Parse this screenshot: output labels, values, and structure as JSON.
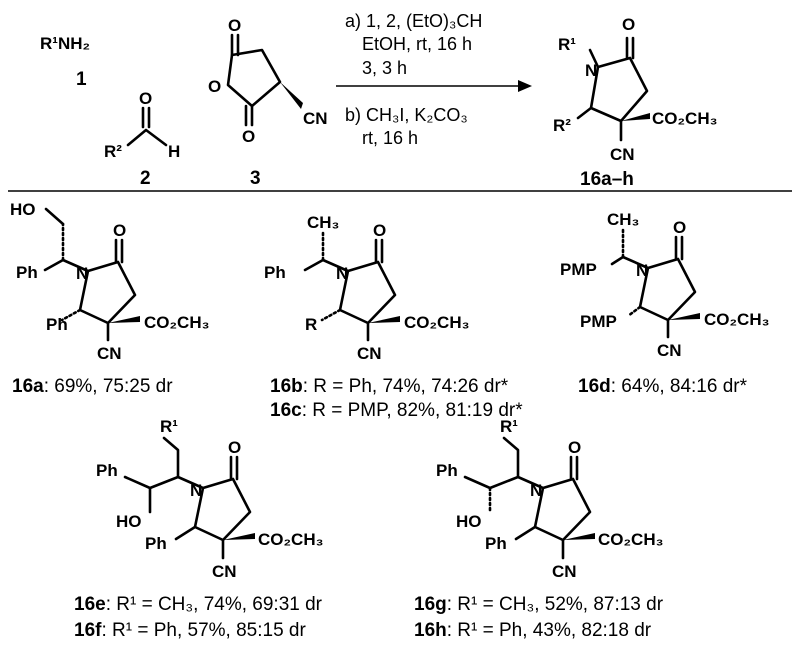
{
  "reaction": {
    "reagent1_formula": "R¹NH₂",
    "reagent1_number": "1",
    "reagent2_r": "R²",
    "reagent2_o": "O",
    "reagent2_h": "H",
    "reagent2_number": "2",
    "reagent3_number": "3",
    "reagent3_o1": "O",
    "reagent3_o2": "O",
    "reagent3_o3": "O",
    "reagent3_cn": "CN",
    "cond_a_1": "a) 1, 2, (EtO)₃CH",
    "cond_a_2": "EtOH, rt, 16 h",
    "cond_a_3": "3, 3 h",
    "cond_b_1": "b) CH₃I, K₂CO₃",
    "cond_b_2": "rt, 16 h",
    "product_r1": "R¹",
    "product_n": "N",
    "product_o": "O",
    "product_r2": "R²",
    "product_ester": "CO₂CH₃",
    "product_cn": "CN",
    "product_number": "16a–h"
  },
  "compounds": {
    "c16a": {
      "ho": "HO",
      "ph1": "Ph",
      "ph2": "Ph",
      "n": "N",
      "o": "O",
      "ester": "CO₂CH₃",
      "cn": "CN",
      "label": "16a",
      "result": ": 69%, 75:25 dr"
    },
    "c16bc": {
      "me": "CH₃",
      "ph": "Ph",
      "r": "R",
      "n": "N",
      "o": "O",
      "ester": "CO₂CH₃",
      "cn": "CN",
      "label_b": "16b",
      "result_b": ": R = Ph, 74%, 74:26 dr*",
      "label_c": "16c",
      "result_c": ": R = PMP, 82%, 81:19 dr*"
    },
    "c16d": {
      "me": "CH₃",
      "pmp1": "PMP",
      "pmp2": "PMP",
      "n": "N",
      "o": "O",
      "ester": "CO₂CH₃",
      "cn": "CN",
      "label": "16d",
      "result": ": 64%, 84:16 dr*"
    },
    "c16ef": {
      "r1": "R¹",
      "ph1": "Ph",
      "ho": "HO",
      "ph2": "Ph",
      "n": "N",
      "o": "O",
      "ester": "CO₂CH₃",
      "cn": "CN",
      "label_e": "16e",
      "result_e": ": R¹ = CH₃, 74%, 69:31 dr",
      "label_f": "16f",
      "result_f": ": R¹ = Ph, 57%, 85:15 dr"
    },
    "c16gh": {
      "r1": "R¹",
      "ph1": "Ph",
      "ho": "HO",
      "ph2": "Ph",
      "n": "N",
      "o": "O",
      "ester": "CO₂CH₃",
      "cn": "CN",
      "label_g": "16g",
      "result_g": ": R¹ = CH₃, 52%, 87:13 dr",
      "label_h": "16h",
      "result_h": ": R¹ = Ph, 43%, 82:18 dr"
    }
  }
}
